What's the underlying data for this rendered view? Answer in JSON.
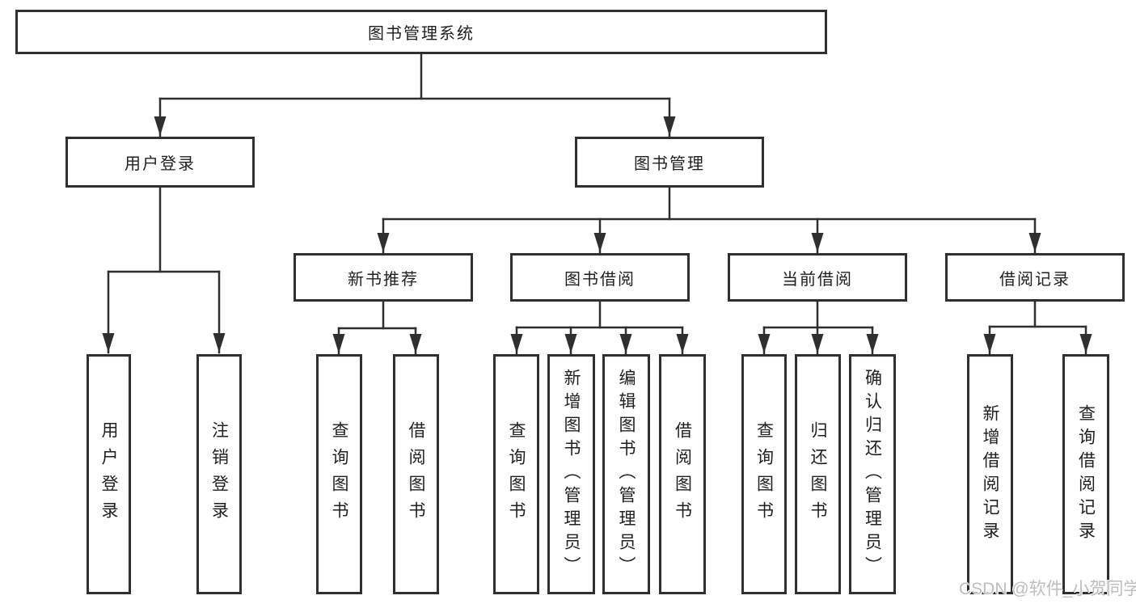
{
  "tree": {
    "root": {
      "label": "图书管理系统"
    },
    "branches": [
      {
        "label": "用户登录",
        "children": [
          {
            "label": "用户登录"
          },
          {
            "label": "注销登录"
          }
        ]
      },
      {
        "label": "图书管理",
        "children": [
          {
            "label": "新书推荐",
            "children": [
              {
                "label": "查询图书"
              },
              {
                "label": "借阅图书"
              }
            ]
          },
          {
            "label": "图书借阅",
            "children": [
              {
                "label": "查询图书"
              },
              {
                "label": "新增图书（管理员）"
              },
              {
                "label": "编辑图书（管理员）"
              },
              {
                "label": "借阅图书"
              }
            ]
          },
          {
            "label": "当前借阅",
            "children": [
              {
                "label": "查询图书"
              },
              {
                "label": "归还图书"
              },
              {
                "label": "确认归还（管理员）"
              }
            ]
          },
          {
            "label": "借阅记录",
            "children": [
              {
                "label": "新增借阅记录"
              },
              {
                "label": "查询借阅记录"
              }
            ]
          }
        ]
      }
    ]
  },
  "watermark": {
    "text": "CSDN @软件_小贺同学"
  },
  "colors": {
    "line": "#2f2f2f",
    "box_border": "#2f2f2f",
    "text": "#1f1f1f",
    "background": "#ffffff",
    "watermark": "#bdbdbd"
  }
}
